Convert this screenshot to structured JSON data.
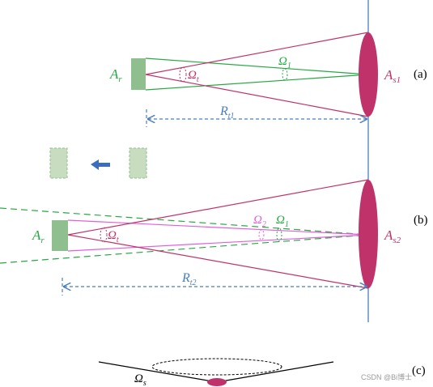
{
  "colors": {
    "pink": "#c0336a",
    "green": "#27a843",
    "blue": "#4a7ec0",
    "magenta": "#e060d8",
    "receiver_green": "#8fbf8f",
    "arrow_blue": "#3a6cc0"
  },
  "panel_a": {
    "receiver": {
      "main": "A",
      "sub": "r"
    },
    "source": {
      "main": "A",
      "sub": "s1"
    },
    "omega_t": {
      "main": "Ω",
      "sub": "t"
    },
    "omega_1": {
      "main": "Ω",
      "sub": "1"
    },
    "distance": {
      "main": "R",
      "sub": "t1"
    },
    "tag": "(a)"
  },
  "panel_b": {
    "receiver": {
      "main": "A",
      "sub": "r"
    },
    "source": {
      "main": "A",
      "sub": "s2"
    },
    "omega_t": {
      "main": "Ω",
      "sub": "t"
    },
    "omega_1": {
      "main": "Ω",
      "sub": "1"
    },
    "omega_2": {
      "main": "Ω",
      "sub": "2"
    },
    "distance": {
      "main": "R",
      "sub": "t2"
    },
    "tag": "(b)"
  },
  "panel_c": {
    "omega_s": {
      "main": "Ω",
      "sub": "s"
    },
    "tag": "(c)"
  },
  "watermark": "CSDN @Bi博士"
}
